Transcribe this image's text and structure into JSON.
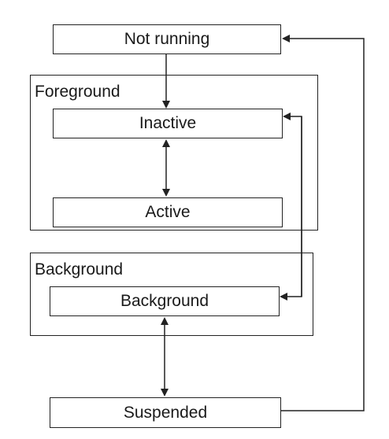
{
  "groups": {
    "foreground": {
      "label": "Foreground"
    },
    "background": {
      "label": "Background"
    }
  },
  "states": {
    "not_running": {
      "label": "Not running"
    },
    "inactive": {
      "label": "Inactive"
    },
    "active": {
      "label": "Active"
    },
    "background": {
      "label": "Background"
    },
    "suspended": {
      "label": "Suspended"
    }
  },
  "colors": {
    "line": "#222222",
    "box_fill": "#ffffff",
    "text": "#1a1a1a"
  }
}
